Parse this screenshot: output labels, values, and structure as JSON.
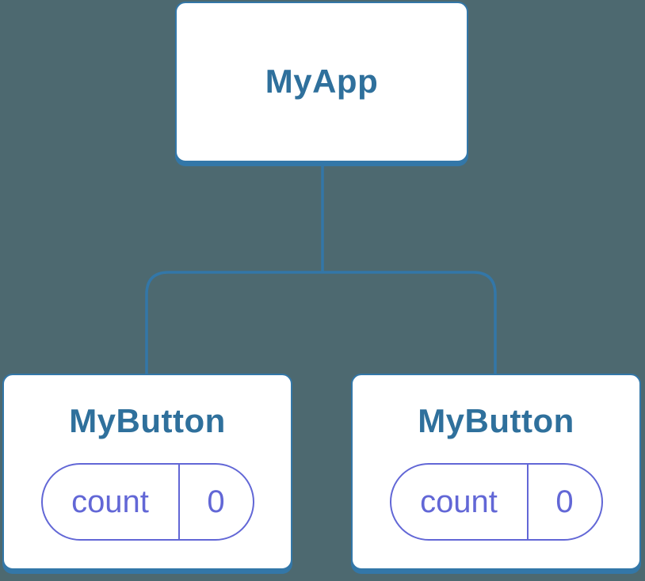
{
  "colors": {
    "background": "#4D6970",
    "card_background": "#FFFFFF",
    "tree_line": "#3377A8",
    "component_title": "#2F709C",
    "state": "#6267D6"
  },
  "tree": {
    "root": {
      "name": "MyApp"
    },
    "children": [
      {
        "name": "MyButton",
        "state": {
          "label": "count",
          "value": "0"
        }
      },
      {
        "name": "MyButton",
        "state": {
          "label": "count",
          "value": "0"
        }
      }
    ]
  }
}
